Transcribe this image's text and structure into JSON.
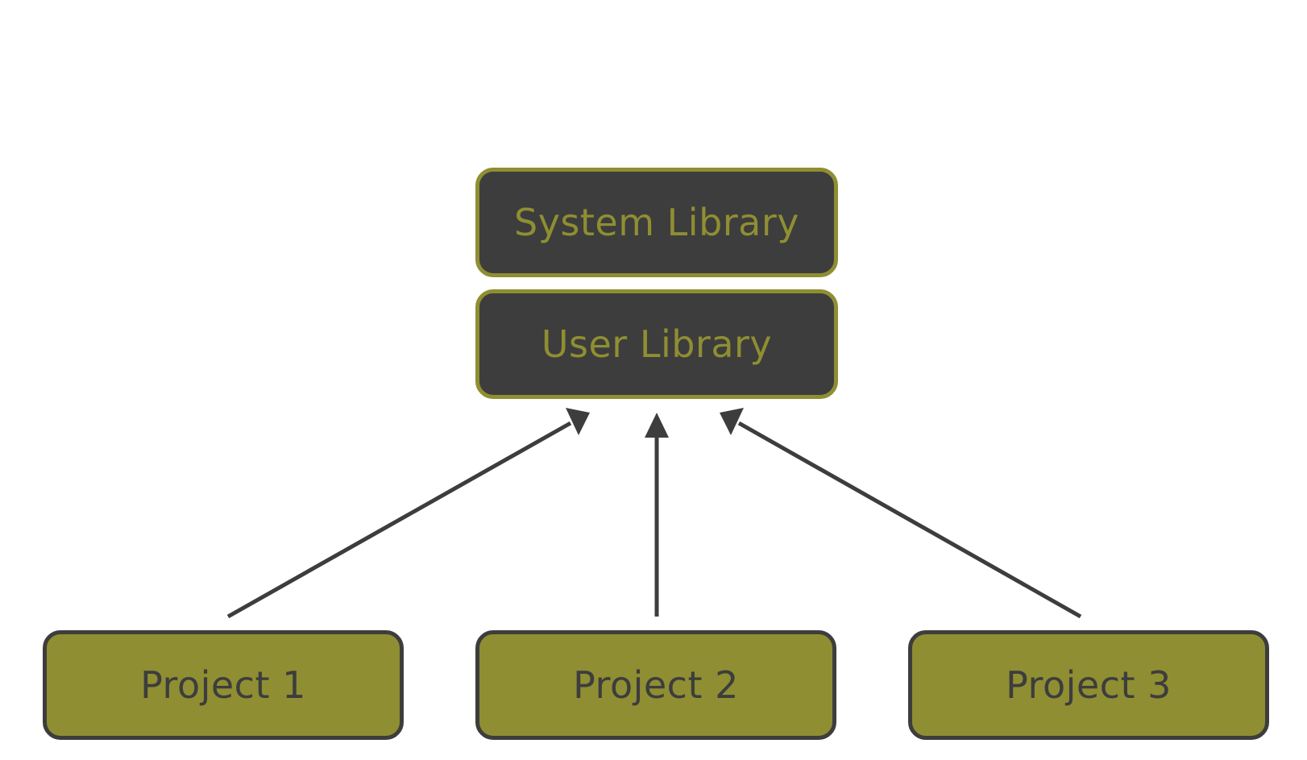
{
  "diagram": {
    "libraries": {
      "system": "System Library",
      "user": "User Library"
    },
    "projects": [
      "Project 1",
      "Project 2",
      "Project 3"
    ],
    "edges": [
      {
        "from": "Project 1",
        "to": "User Library"
      },
      {
        "from": "Project 2",
        "to": "User Library"
      },
      {
        "from": "Project 3",
        "to": "User Library"
      }
    ],
    "colors": {
      "dark": "#3d3d3d",
      "olive": "#8f8e32",
      "background": "#ffffff"
    }
  }
}
